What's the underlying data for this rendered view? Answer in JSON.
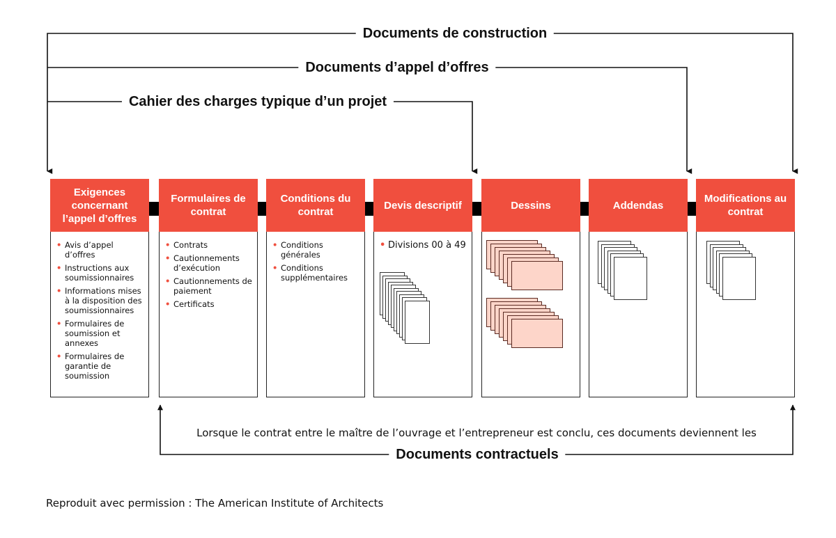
{
  "brackets": {
    "construction": "Documents de construction",
    "appel_offres": "Documents d’appel d’offres",
    "cahier": "Cahier des charges typique d’un projet",
    "contractuels": "Documents contractuels"
  },
  "bottom_text": "Lorsque le contrat entre le maître de l’ouvrage et l’entrepreneur est conclu, ces documents deviennent les",
  "credit": "Reproduit avec permission : The American Institute of Architects",
  "columns": [
    {
      "title": "Exigences concernant l’appel d’offres",
      "items": [
        "Avis d’appel d’offres",
        "Instructions aux soumissionnaires",
        "Informations mises à la disposition des soumissionnaires",
        "Formulaires de soumission et annexes",
        "Formulaires de garantie de soumission"
      ]
    },
    {
      "title": "Formulaires de contrat",
      "items": [
        "Contrats",
        "Cautionnements d’exécution",
        "Cautionnements de paiement",
        "Certificats"
      ]
    },
    {
      "title": "Conditions du contrat",
      "items": [
        "Conditions générales",
        "Conditions supplémentaires"
      ]
    },
    {
      "title": "Devis descriptif",
      "items": [
        "Divisions 00 à 49"
      ]
    },
    {
      "title": "Dessins",
      "items": []
    },
    {
      "title": "Addendas",
      "items": []
    },
    {
      "title": "Modifications au contrat",
      "items": []
    }
  ],
  "colors": {
    "header": "#f04f3e",
    "bullet": "#f04f3e",
    "drawing_sheet": "#fdd5c9",
    "connector": "#000000"
  }
}
